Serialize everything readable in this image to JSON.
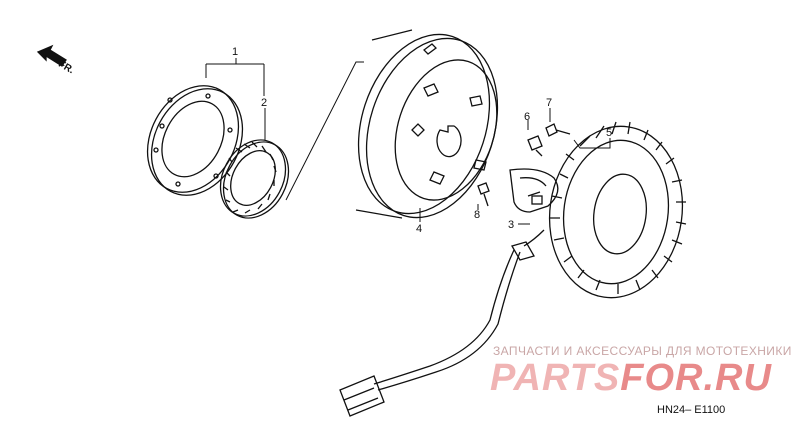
{
  "direction_label": "FR.",
  "callouts": {
    "n1": "1",
    "n2": "2",
    "n3": "3",
    "n4": "4",
    "n5": "5",
    "n6": "6",
    "n7": "7",
    "n8": "8"
  },
  "watermark": {
    "tagline": "ЗАПЧАСТИ И АКСЕССУАРЫ ДЛЯ МОТОТЕХНИКИ",
    "brand_part1": "PARTS",
    "brand_part2": "FOR.RU"
  },
  "diagram_code": "HN24– E1100",
  "colors": {
    "line": "#111111",
    "watermark_light": "#f0b4b4",
    "watermark_dark": "#e88a8a"
  },
  "icons": {
    "direction": "arrow-up-left-icon"
  }
}
